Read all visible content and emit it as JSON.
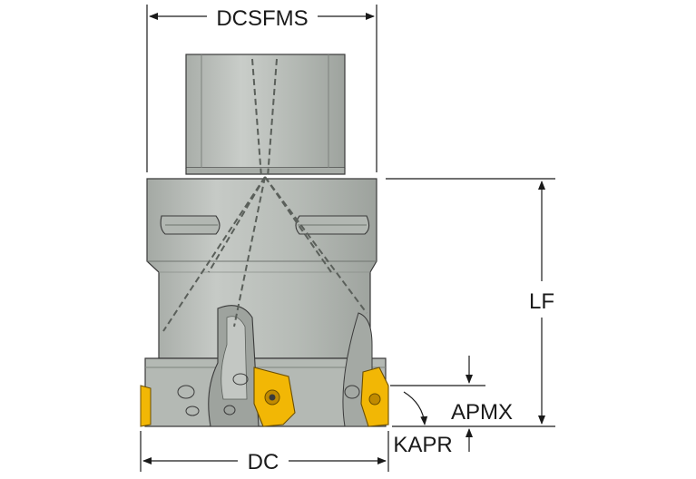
{
  "labels": {
    "dcsfms": "DCSFMS",
    "lf": "LF",
    "apmx": "APMX",
    "kapr": "KAPR",
    "dc": "DC"
  },
  "colors": {
    "body_fill": "#b8bdb8",
    "body_dark": "#8f958f",
    "body_light": "#d6dad6",
    "outline": "#3a3a3a",
    "insert_fill": "#f2b705",
    "insert_dark": "#c08a00",
    "dimension_line": "#1a1a1a",
    "coolant_dash": "#5a5f5a"
  },
  "icons": {
    "insert": "cutting-insert-icon"
  }
}
